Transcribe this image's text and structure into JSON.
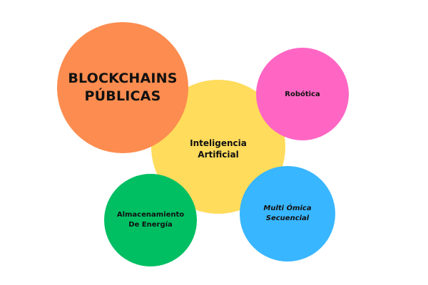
{
  "nodes": {
    "blockchains": {
      "label": "BLOCKCHAINS\nPÚBLICAS",
      "color": "#fc8c4f"
    },
    "ai": {
      "label": "Inteligencia\nArtificial",
      "color": "#ffdc5c"
    },
    "robotics": {
      "label": "Robótica",
      "color": "#ff66c4"
    },
    "energy": {
      "label": "Almacenamiento\nDe Energía",
      "color": "#00bf63"
    },
    "omics": {
      "label": "Multi Ómica\nSecuencial",
      "color": "#38b6ff"
    }
  }
}
